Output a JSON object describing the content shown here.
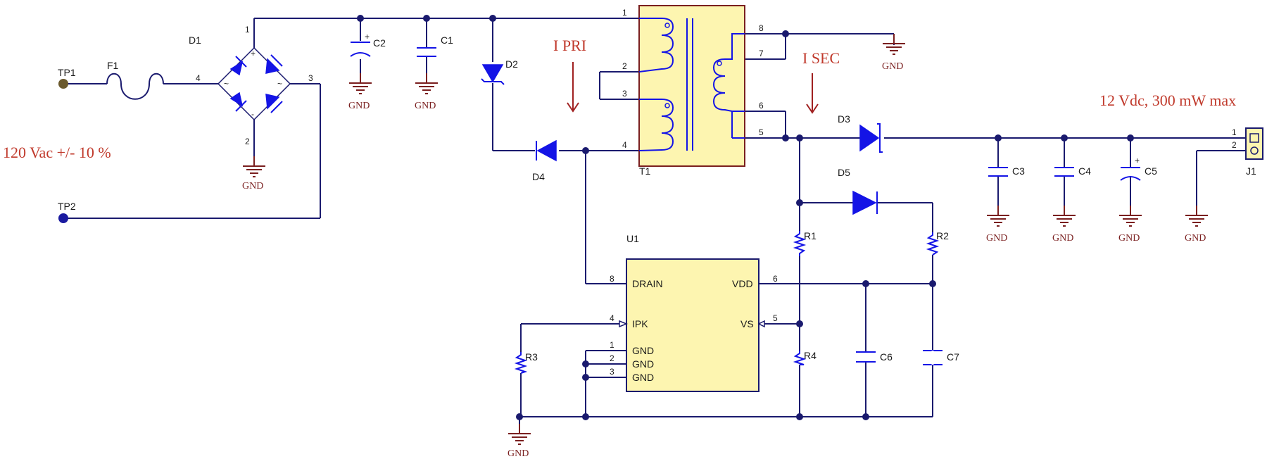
{
  "annotations": {
    "input_spec": "120 Vac +/- 10 %",
    "output_spec": "12 Vdc, 300 mW max",
    "i_pri": "I PRI",
    "i_sec": "I SEC"
  },
  "gnd_label": "GND",
  "refs": {
    "TP1": "TP1",
    "TP2": "TP2",
    "F1": "F1",
    "D1": "D1",
    "D2": "D2",
    "D3": "D3",
    "D4": "D4",
    "D5": "D5",
    "C1": "C1",
    "C2": "C2",
    "C3": "C3",
    "C4": "C4",
    "C5": "C5",
    "C6": "C6",
    "C7": "C7",
    "R1": "R1",
    "R2": "R2",
    "R3": "R3",
    "R4": "R4",
    "T1": "T1",
    "U1": "U1",
    "J1": "J1"
  },
  "u1_pins": {
    "drain": "DRAIN",
    "ipk": "IPK",
    "gnd1": "GND",
    "gnd2": "GND",
    "gnd3": "GND",
    "vdd": "VDD",
    "vs": "VS"
  },
  "pin_numbers": {
    "d1_1": "1",
    "d1_2": "2",
    "d1_3": "3",
    "d1_4": "4",
    "t1_1": "1",
    "t1_2": "2",
    "t1_3": "3",
    "t1_4": "4",
    "t1_5": "5",
    "t1_6": "6",
    "t1_7": "7",
    "t1_8": "8",
    "u1_8": "8",
    "u1_4": "4",
    "u1_1": "1",
    "u1_2": "2",
    "u1_3": "3",
    "u1_6": "6",
    "u1_5": "5",
    "j1_1": "1",
    "j1_2": "2"
  },
  "colors": {
    "wire": "#1a1a6e",
    "ground": "#7a1f1f",
    "diode": "#1414e6",
    "annotation": "#c0392b",
    "component_fill": "#fdf5b0"
  }
}
